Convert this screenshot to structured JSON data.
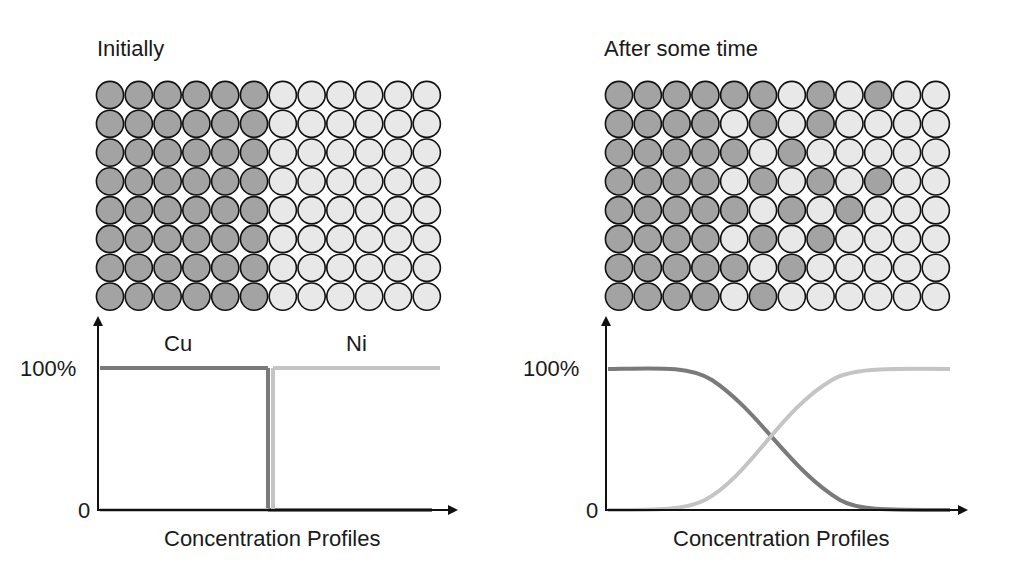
{
  "diagram": {
    "labels": [
      "Initially",
      "Cu",
      "Ni",
      "100%",
      "0",
      "Concentration Profiles",
      "After some time",
      "100%",
      "0",
      "Concentration Profiles"
    ]
  }
}
